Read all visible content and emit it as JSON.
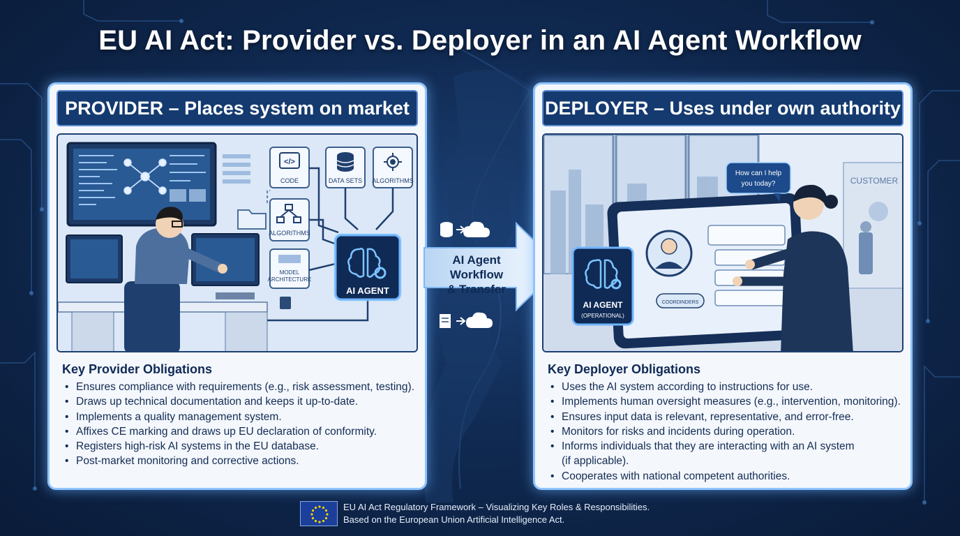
{
  "title": "EU AI Act: Provider vs. Deployer in an AI Agent Workflow",
  "provider": {
    "heading": "PROVIDER – Places system on market",
    "scene_labels": {
      "code": "CODE",
      "data_sets": "DATA SETS",
      "algorithms_top": "ALGORITHMS",
      "algorithms": "ALGORITHMS",
      "model_architecture_line1": "MODEL",
      "model_architecture_line2": "ARCHITECTURE",
      "ai_agent": "AI AGENT"
    },
    "obligations_title": "Key Provider Obligations",
    "obligations": [
      "Ensures compliance with requirements (e.g., risk assessment, testing).",
      "Draws up technical documentation and keeps it up-to-date.",
      "Implements a quality management system.",
      "Affixes CE marking and draws up EU declaration of conformity.",
      "Registers high-risk AI systems in the EU database.",
      "Post-market monitoring and corrective actions."
    ]
  },
  "deployer": {
    "heading": "DEPLOYER – Uses under own authority",
    "scene_labels": {
      "speech_line1": "How can I help",
      "speech_line2": "you today?",
      "customer_sign": "CUSTOMER",
      "ai_agent": "AI AGENT",
      "ai_agent_sub": "(OPERATIONAL)",
      "screen_button": "COORDINDERS"
    },
    "obligations_title": "Key Deployer Obligations",
    "obligations": [
      "Uses the AI system according to instructions for use.",
      "Implements human oversight measures (e.g., intervention, monitoring).",
      "Ensures input data is relevant, representative, and error-free.",
      "Monitors for risks and incidents during operation.",
      "Informs individuals that they are interacting with an AI system",
      "(if applicable).",
      "Cooperates with national competent authorities."
    ]
  },
  "transfer": {
    "line1": "AI Agent",
    "line2": "Workflow",
    "line3": "& Transfer"
  },
  "footer": {
    "line1": "EU AI Act Regulatory Framework – Visualizing Key Roles & Responsibilities.",
    "line2": "Based on the European Union Artificial Intelligence Act."
  },
  "colors": {
    "background": "#102a52",
    "panel_border": "#8fc4ff",
    "heading_bg": "#143a70",
    "text_dark": "#0f2a55",
    "glow": "#4da3ff"
  },
  "icons": [
    "code-icon",
    "database-icon",
    "gear-network-icon",
    "folder-icon",
    "brain-icon",
    "cloud-icon",
    "document-icon",
    "person-icon",
    "eu-flag-icon"
  ]
}
